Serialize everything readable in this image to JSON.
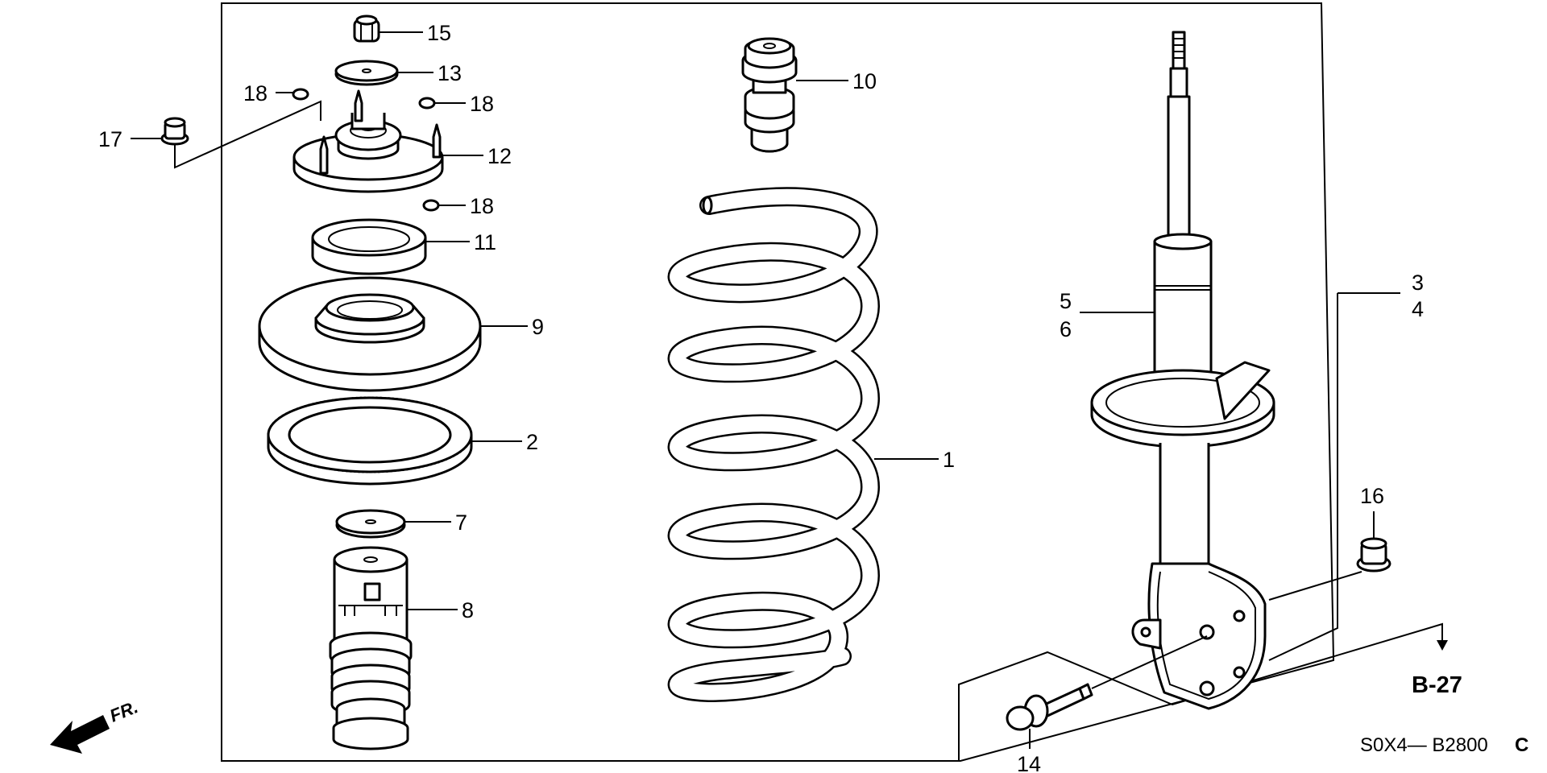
{
  "callouts": {
    "c1": "1",
    "c2": "2",
    "c3": "3",
    "c4": "4",
    "c5": "5",
    "c6": "6",
    "c7": "7",
    "c8": "8",
    "c9": "9",
    "c10": "10",
    "c11": "11",
    "c12": "12",
    "c13": "13",
    "c14": "14",
    "c15": "15",
    "c16": "16",
    "c17": "17",
    "c18a": "18",
    "c18b": "18",
    "c18c": "18"
  },
  "reference": "B-27",
  "diagram_code": "S0X4— B2800",
  "diagram_code_suffix": "C",
  "front_indicator": "FR.",
  "icons": [
    "front-direction-arrow-icon"
  ]
}
